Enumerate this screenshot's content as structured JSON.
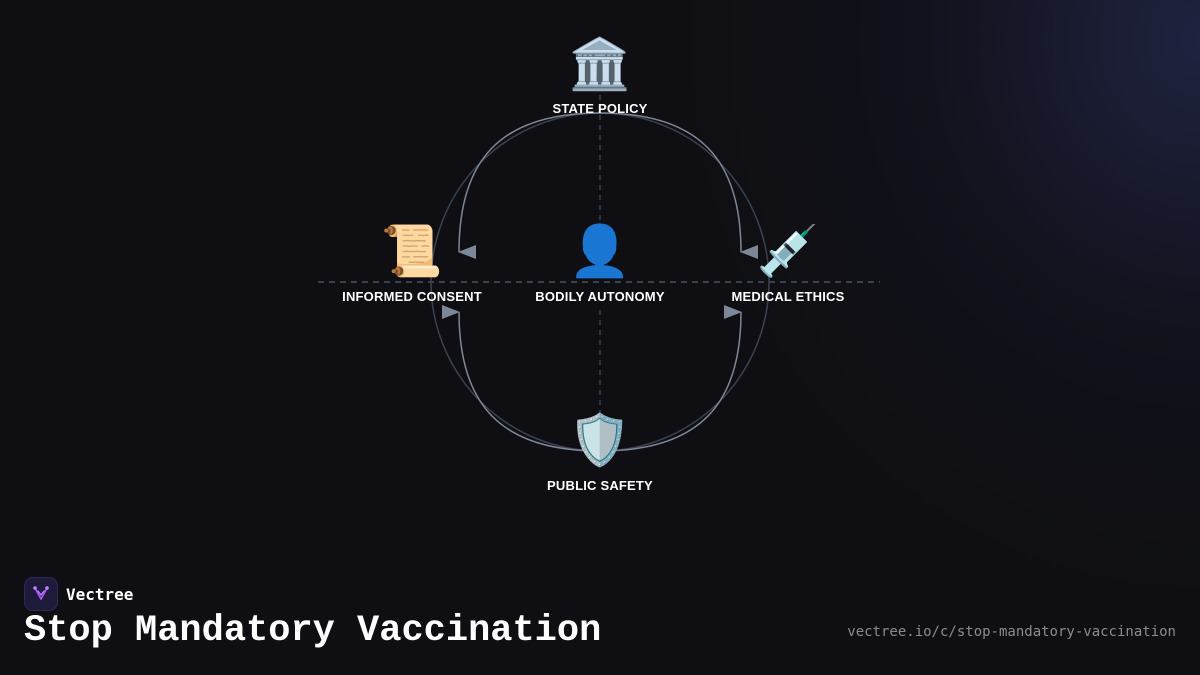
{
  "diagram": {
    "nodes": {
      "top": {
        "label": "STATE POLICY",
        "icon": "🏛️",
        "icon_name": "government-building-icon"
      },
      "left": {
        "label": "INFORMED CONSENT",
        "icon": "📜",
        "icon_name": "scroll-icon"
      },
      "center": {
        "label": "BODILY AUTONOMY",
        "icon": "👤",
        "icon_name": "person-silhouette-icon"
      },
      "right": {
        "label": "MEDICAL ETHICS",
        "icon": "💉",
        "icon_name": "syringe-icon"
      },
      "bottom": {
        "label": "PUBLIC SAFETY",
        "icon": "🛡️",
        "icon_name": "shield-icon"
      }
    },
    "colors": {
      "arrow": "#7c8797",
      "circle": "#3a4150",
      "axis": "#3a4150"
    }
  },
  "brand": {
    "name": "Vectree",
    "logo_icon": "vectree-logo-icon",
    "logo_color": "#a855f7"
  },
  "title": "Stop Mandatory Vaccination",
  "url": "vectree.io/c/stop-mandatory-vaccination"
}
